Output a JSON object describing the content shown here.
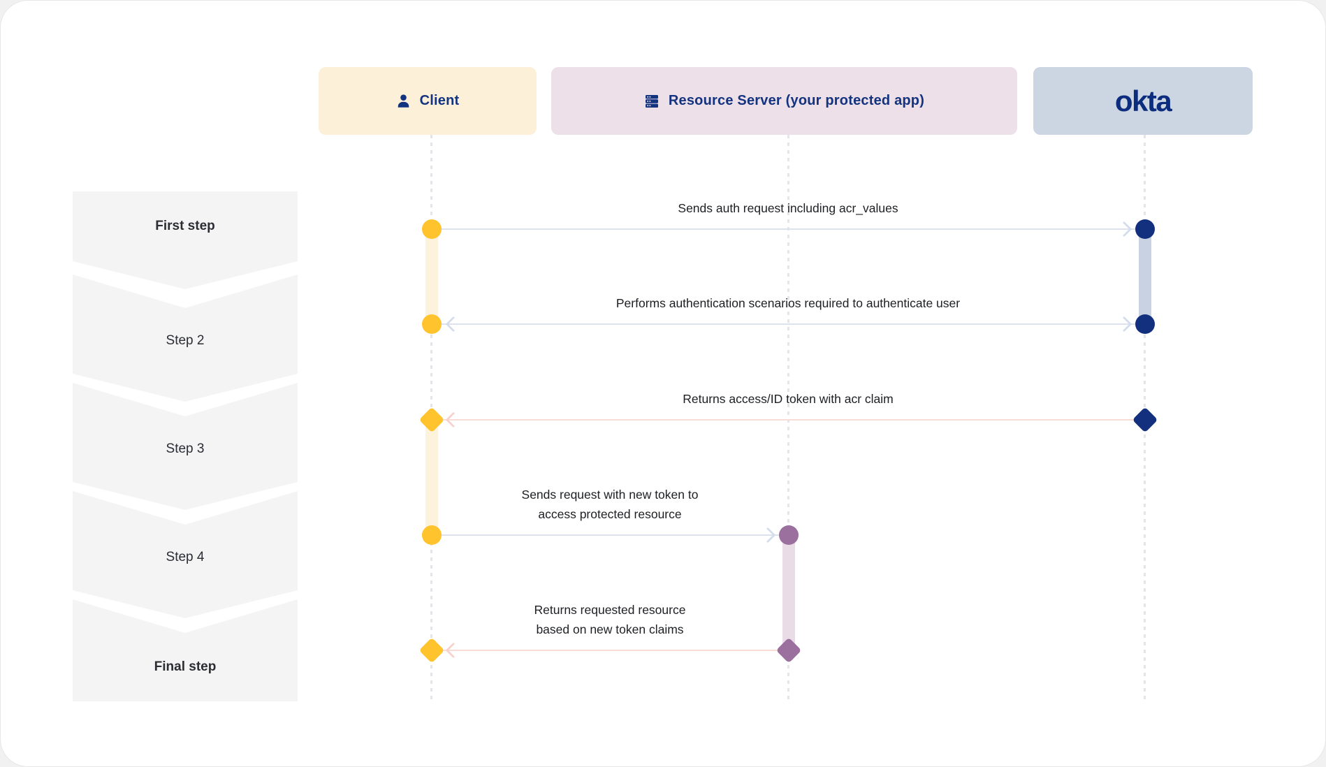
{
  "diagram": {
    "title_hint": "Okta step-up authentication sequence diagram",
    "lanes": [
      {
        "id": "client",
        "label": "Client",
        "icon": "person-icon",
        "bg": "#fdf0d9"
      },
      {
        "id": "resource-server",
        "label": "Resource Server (your protected app)",
        "icon": "server-icon",
        "bg": "#ede0e9"
      },
      {
        "id": "okta",
        "label": "okta",
        "icon": "okta-logo",
        "bg": "#ccd6e3"
      }
    ],
    "steps": [
      {
        "label": "First step",
        "emphasis": true
      },
      {
        "label": "Step 2",
        "emphasis": false
      },
      {
        "label": "Step 3",
        "emphasis": false
      },
      {
        "label": "Step 4",
        "emphasis": false
      },
      {
        "label": "Final step",
        "emphasis": true
      }
    ],
    "messages": [
      {
        "label": "Sends auth request including acr_values",
        "from": "Client",
        "to": "Okta",
        "arrow": "right",
        "line_color": "#dce3ee",
        "endpoint_shape": "circle"
      },
      {
        "label": "Performs authentication scenarios required to authenticate user",
        "from": "Okta",
        "to": "Client",
        "arrow": "both",
        "line_color": "#dce3ee",
        "endpoint_shape": "circle"
      },
      {
        "label": "Returns access/ID token with acr claim",
        "from": "Okta",
        "to": "Client",
        "arrow": "left",
        "line_color": "#f9dcd6",
        "endpoint_shape": "diamond"
      },
      {
        "label": "Sends request with new token to\naccess protected resource",
        "from": "Client",
        "to": "Resource Server",
        "arrow": "right",
        "line_color": "#dce3ee",
        "endpoint_shape": "circle"
      },
      {
        "label": "Returns requested resource\nbased on new token claims",
        "from": "Resource Server",
        "to": "Client",
        "arrow": "left",
        "line_color": "#f9dcd6",
        "endpoint_shape": "diamond"
      }
    ],
    "colors": {
      "navy": "#13307e",
      "yellow": "#ffc32e",
      "purple": "#9b6f9e",
      "line_blue": "#dce3ee",
      "line_pink": "#f9dcd6",
      "client_activation_bar": "#fdf3dd",
      "okta_activation_bar": "#c8d2e2",
      "resource_server_activation_bar": "#e9dce6",
      "lifeline_dash": "#e2e5ea",
      "step_bg": "#f4f4f5"
    }
  }
}
